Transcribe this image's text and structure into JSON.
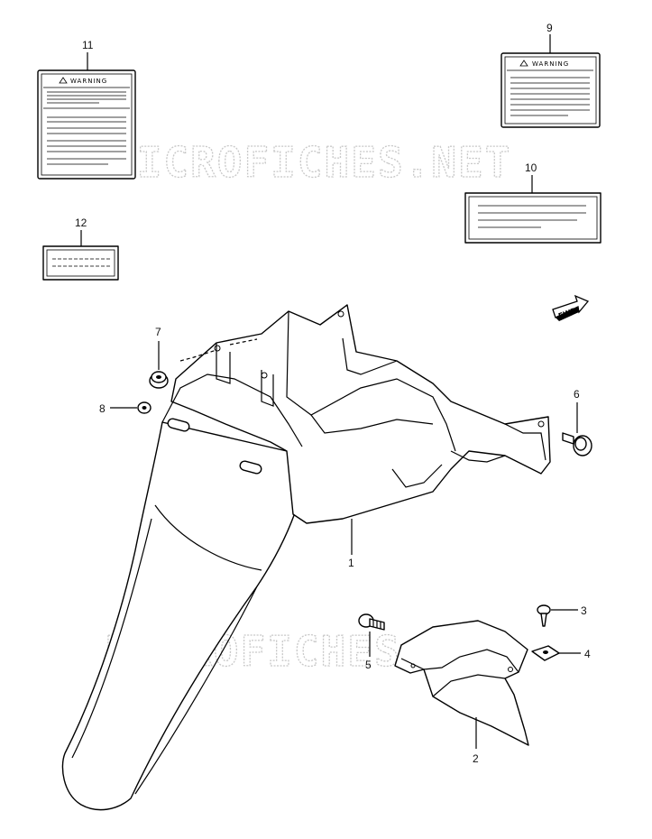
{
  "watermark": "MICROFICHES.NET",
  "fwd_label": "FWD",
  "labels": {
    "warning_9": "WARNING",
    "warning_11": "WARNING"
  },
  "callouts": [
    {
      "id": "c1",
      "text": "1"
    },
    {
      "id": "c2",
      "text": "2"
    },
    {
      "id": "c3",
      "text": "3"
    },
    {
      "id": "c4",
      "text": "4"
    },
    {
      "id": "c5",
      "text": "5"
    },
    {
      "id": "c6",
      "text": "6"
    },
    {
      "id": "c7",
      "text": "7"
    },
    {
      "id": "c8",
      "text": "8"
    },
    {
      "id": "c9",
      "text": "9"
    },
    {
      "id": "c10",
      "text": "10"
    },
    {
      "id": "c11",
      "text": "11"
    },
    {
      "id": "c12",
      "text": "12"
    }
  ]
}
